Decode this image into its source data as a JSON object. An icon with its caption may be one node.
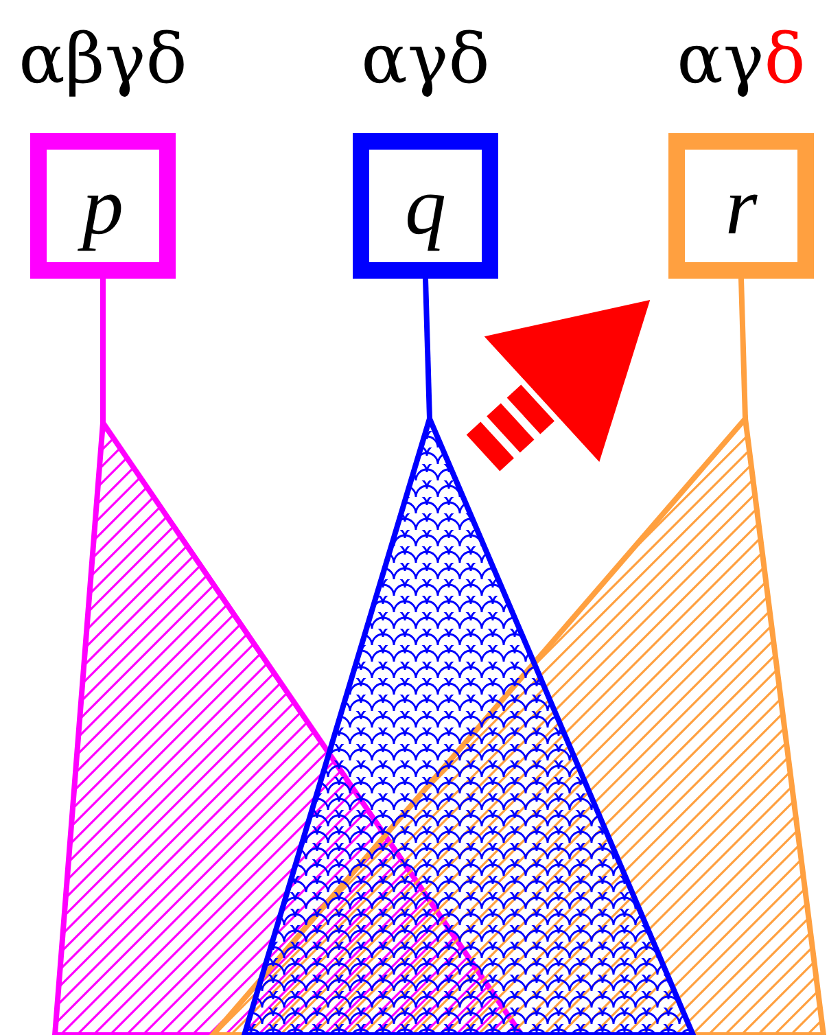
{
  "diagram": {
    "nodes": [
      {
        "text": [
          "αβγδ",
          "p"
        ]
      },
      {
        "text": [
          "αγδ",
          "q"
        ]
      },
      {
        "text": [
          "αγδ",
          "r"
        ]
      },
      {
        "text": [],
        "shape": "triangle"
      },
      {
        "text": [],
        "shape": "triangle"
      },
      {
        "text": [],
        "shape": "triangle"
      }
    ],
    "edges": [
      {
        "from": 0,
        "to": 3,
        "arrow": "none",
        "color": "#ff00ff"
      },
      {
        "from": 1,
        "to": 4,
        "arrow": "none",
        "color": "#0000ff"
      },
      {
        "from": 2,
        "to": 5,
        "arrow": "none",
        "color": "#ffa040"
      }
    ]
  }
}
